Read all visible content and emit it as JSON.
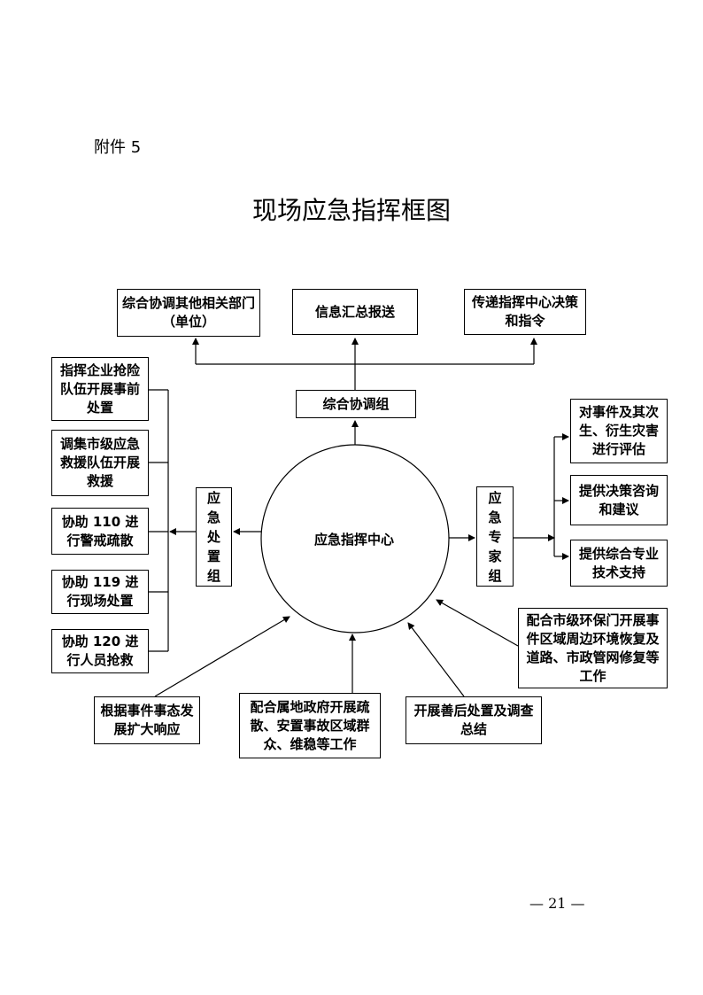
{
  "header": {
    "attachment": "附件 5"
  },
  "title": "现场应急指挥框图",
  "center": "应急指挥中心",
  "top": {
    "coord_group": "综合协调组",
    "boxes": [
      "综合协调其他相关部门（单位）",
      "信息汇总报送",
      "传递指挥中心决策和指令"
    ]
  },
  "left": {
    "group": [
      "应",
      "急",
      "处",
      "置",
      "组"
    ],
    "boxes": [
      "指挥企业抢险队伍开展事前处置",
      "调集市级应急救援队伍开展救援",
      "协助 110 进行警戒疏散",
      "协助 119 进行现场处置",
      "协助 120 进行人员抢救"
    ]
  },
  "right": {
    "group": [
      "应",
      "急",
      "专",
      "家",
      "组"
    ],
    "boxes": [
      "对事件及其次生、衍生灾害进行评估",
      "提供决策咨询和建议",
      "提供综合专业技术支持"
    ]
  },
  "bottom": {
    "boxes": [
      "根据事件事态发展扩大响应",
      "配合属地政府开展疏散、安置事故区域群众、维稳等工作",
      "开展善后处置及调查总结",
      "配合市级环保门开展事件区域周边环境恢复及道路、市政管网修复等工作"
    ]
  },
  "page_number": "— 21 —"
}
